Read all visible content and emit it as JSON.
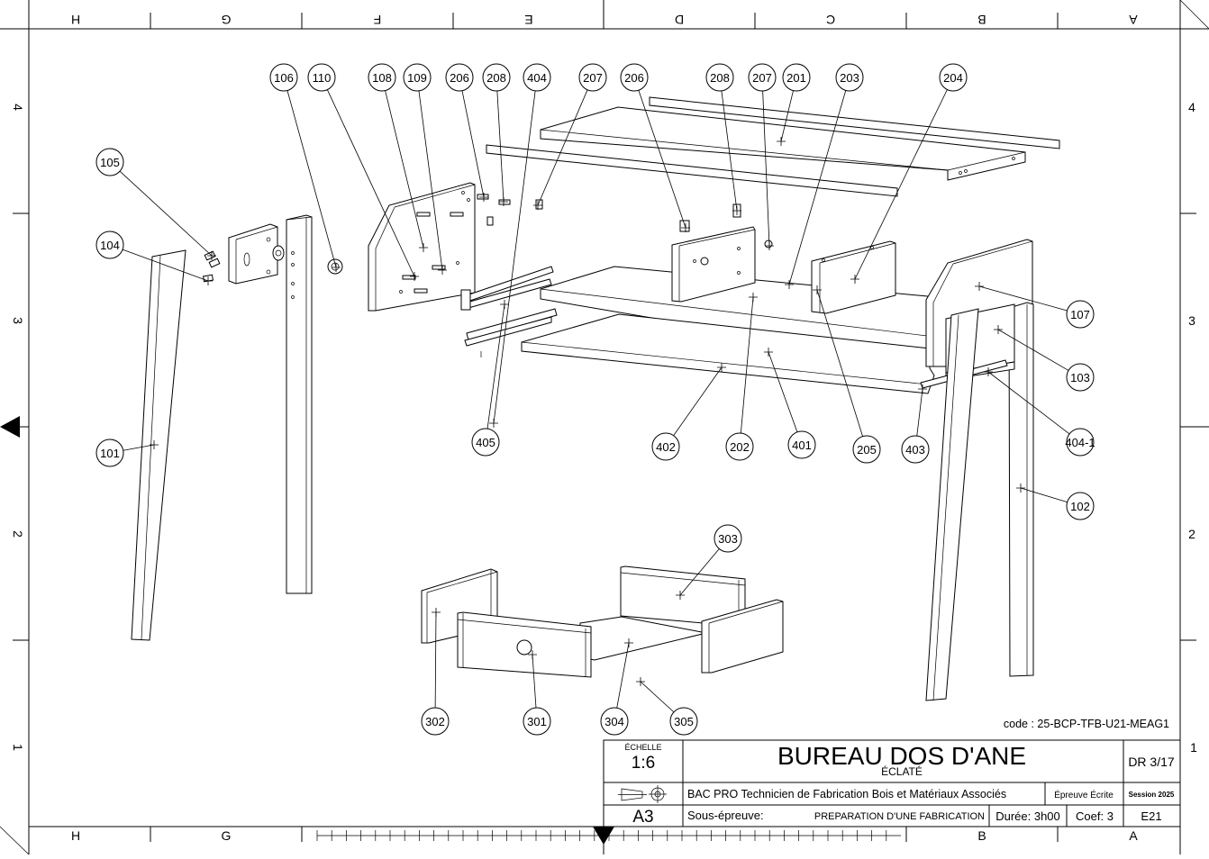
{
  "drawing": {
    "title": "BUREAU DOS D'ANE",
    "subtitle": "ÉCLATÉ",
    "code": "code : 25-BCP-TFB-U21-MEAG1",
    "scale_label": "ÉCHELLE",
    "scale_value": "1:6",
    "sheet_ref": "DR 3/17",
    "diploma": "BAC PRO Technicien de Fabrication Bois et Matériaux Associés",
    "exam_type": "Épreuve Écrite",
    "session": "Session 2025",
    "format": "A3",
    "sub_test_label": "Sous-épreuve:",
    "sub_test": "PREPARATION D'UNE FABRICATION",
    "duration": "Durée: 3h00",
    "coef": "Coef: 3",
    "unit": "E21"
  },
  "zones": {
    "columns_top": [
      "H",
      "G",
      "F",
      "E",
      "D",
      "C",
      "B",
      "A"
    ],
    "columns_bottom": [
      "H",
      "G",
      "B",
      "A"
    ],
    "rows_left": [
      "4",
      "3",
      "2",
      "1"
    ],
    "rows_right": [
      "4",
      "3",
      "2",
      "1"
    ]
  },
  "callouts": [
    "106",
    "110",
    "108",
    "109",
    "206",
    "208",
    "404",
    "207",
    "206",
    "208",
    "207",
    "201",
    "203",
    "204",
    "105",
    "104",
    "101",
    "405",
    "402",
    "202",
    "401",
    "205",
    "403",
    "107",
    "103",
    "404-1",
    "102",
    "303",
    "302",
    "301",
    "304",
    "305"
  ]
}
